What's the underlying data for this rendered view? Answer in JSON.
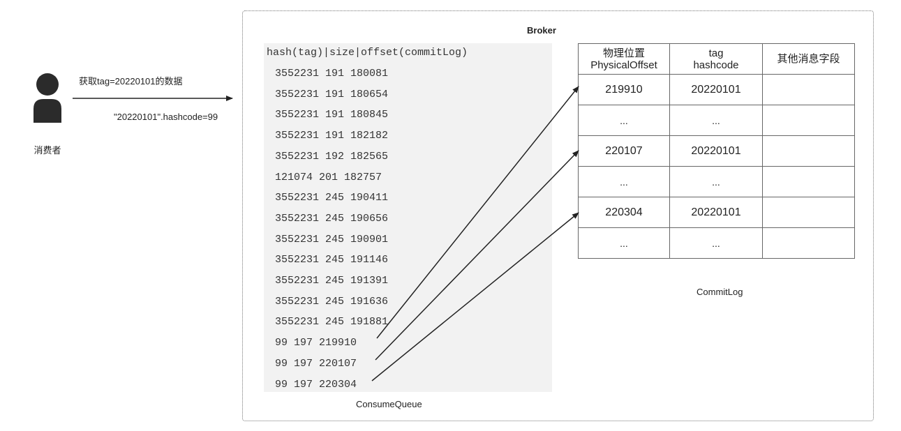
{
  "consumer": {
    "label": "消费者",
    "icon": "person-icon"
  },
  "request": {
    "label": "获取tag=20220101的数据",
    "hash_note": "\"20220101\".hashcode=99"
  },
  "broker": {
    "title": "Broker",
    "consume_queue": {
      "label": "ConsumeQueue",
      "header": "hash(tag)|size|offset(commitLog)",
      "rows": [
        "3552231 191 180081",
        "3552231 191 180654",
        "3552231 191 180845",
        "3552231 191 182182",
        "3552231 192 182565",
        "121074 201 182757",
        "3552231 245 190411",
        "3552231 245 190656",
        "3552231 245 190901",
        "3552231 245 191146",
        "3552231 245 191391",
        "3552231 245 191636",
        "3552231 245 191881",
        "99 197 219910",
        "99 197 220107",
        "99 197 220304"
      ]
    },
    "commit_log": {
      "label": "CommitLog",
      "headers": [
        {
          "line1": "物理位置",
          "line2": "PhysicalOffset"
        },
        {
          "line1": "tag",
          "line2": "hashcode"
        },
        {
          "line1": "其他消息字段",
          "line2": ""
        }
      ],
      "rows": [
        [
          "219910",
          "20220101",
          ""
        ],
        [
          "...",
          "...",
          ""
        ],
        [
          "220107",
          "20220101",
          ""
        ],
        [
          "...",
          "...",
          ""
        ],
        [
          "220304",
          "20220101",
          ""
        ],
        [
          "...",
          "...",
          ""
        ]
      ]
    }
  }
}
